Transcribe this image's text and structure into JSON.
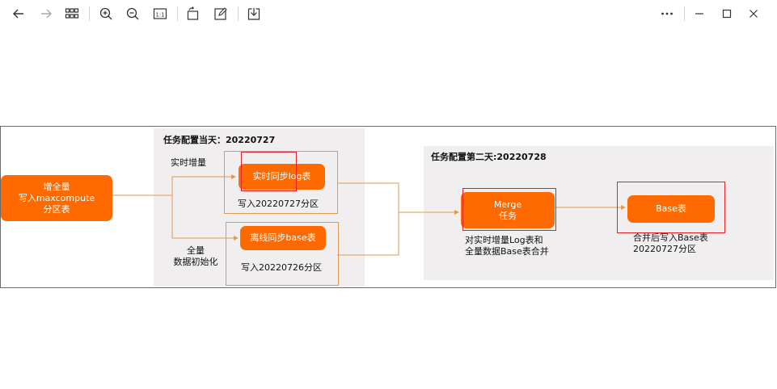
{
  "toolbar": {
    "left_icons": [
      "back-arrow-icon",
      "forward-arrow-icon",
      "grid-icon",
      "zoom-in-icon",
      "zoom-out-icon",
      "actual-size-icon",
      "rotate-icon",
      "edit-icon",
      "save-icon"
    ],
    "actual_size_label": "1:1",
    "right_icons": [
      "more-icon",
      "minimize-icon",
      "maximize-icon",
      "close-icon"
    ]
  },
  "diagram": {
    "source": {
      "line1": "增全量",
      "line2": "写入maxcompute",
      "line3": "分区表"
    },
    "day1": {
      "title": "任务配置当天：20220727",
      "realtime_label": "实时增量",
      "realtime_task": "实时同步log表",
      "realtime_caption": "写入20220727分区",
      "full_label_line1": "全量",
      "full_label_line2": "数据初始化",
      "offline_task": "离线同步base表",
      "offline_caption": "写入20220726分区"
    },
    "day2": {
      "title": "任务配置第二天:20220728",
      "merge_line1": "Merge",
      "merge_line2": "任务",
      "merge_caption_line1": "对实时增量Log表和",
      "merge_caption_line2": "全量数据Base表合并",
      "base_task": "Base表",
      "base_caption_line1": "合并后写入Base表",
      "base_caption_line2": "20220727分区"
    },
    "colors": {
      "accent_orange": "#ff6a00",
      "connector_orange": "#e29a4e",
      "highlight_red": "#e0202a",
      "panel_gray": "#f0eeee"
    }
  }
}
